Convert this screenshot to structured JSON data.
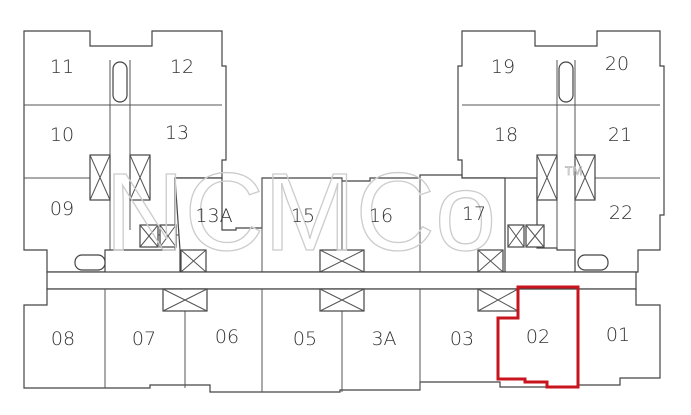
{
  "plan": {
    "units": {
      "u11": "11",
      "u12": "12",
      "u10": "10",
      "u13": "13",
      "u09": "09",
      "u13a": "13A",
      "u15": "15",
      "u16": "16",
      "u17": "17",
      "u19": "19",
      "u20": "20",
      "u18": "18",
      "u21": "21",
      "u22": "22",
      "u08": "08",
      "u07": "07",
      "u06": "06",
      "u05": "05",
      "u3a": "3A",
      "u03": "03",
      "u02": "02",
      "u01": "01"
    },
    "highlighted_unit": "02",
    "highlight_color": "#c8141c",
    "watermark": "NCMCo",
    "watermark_tm": "TM"
  }
}
